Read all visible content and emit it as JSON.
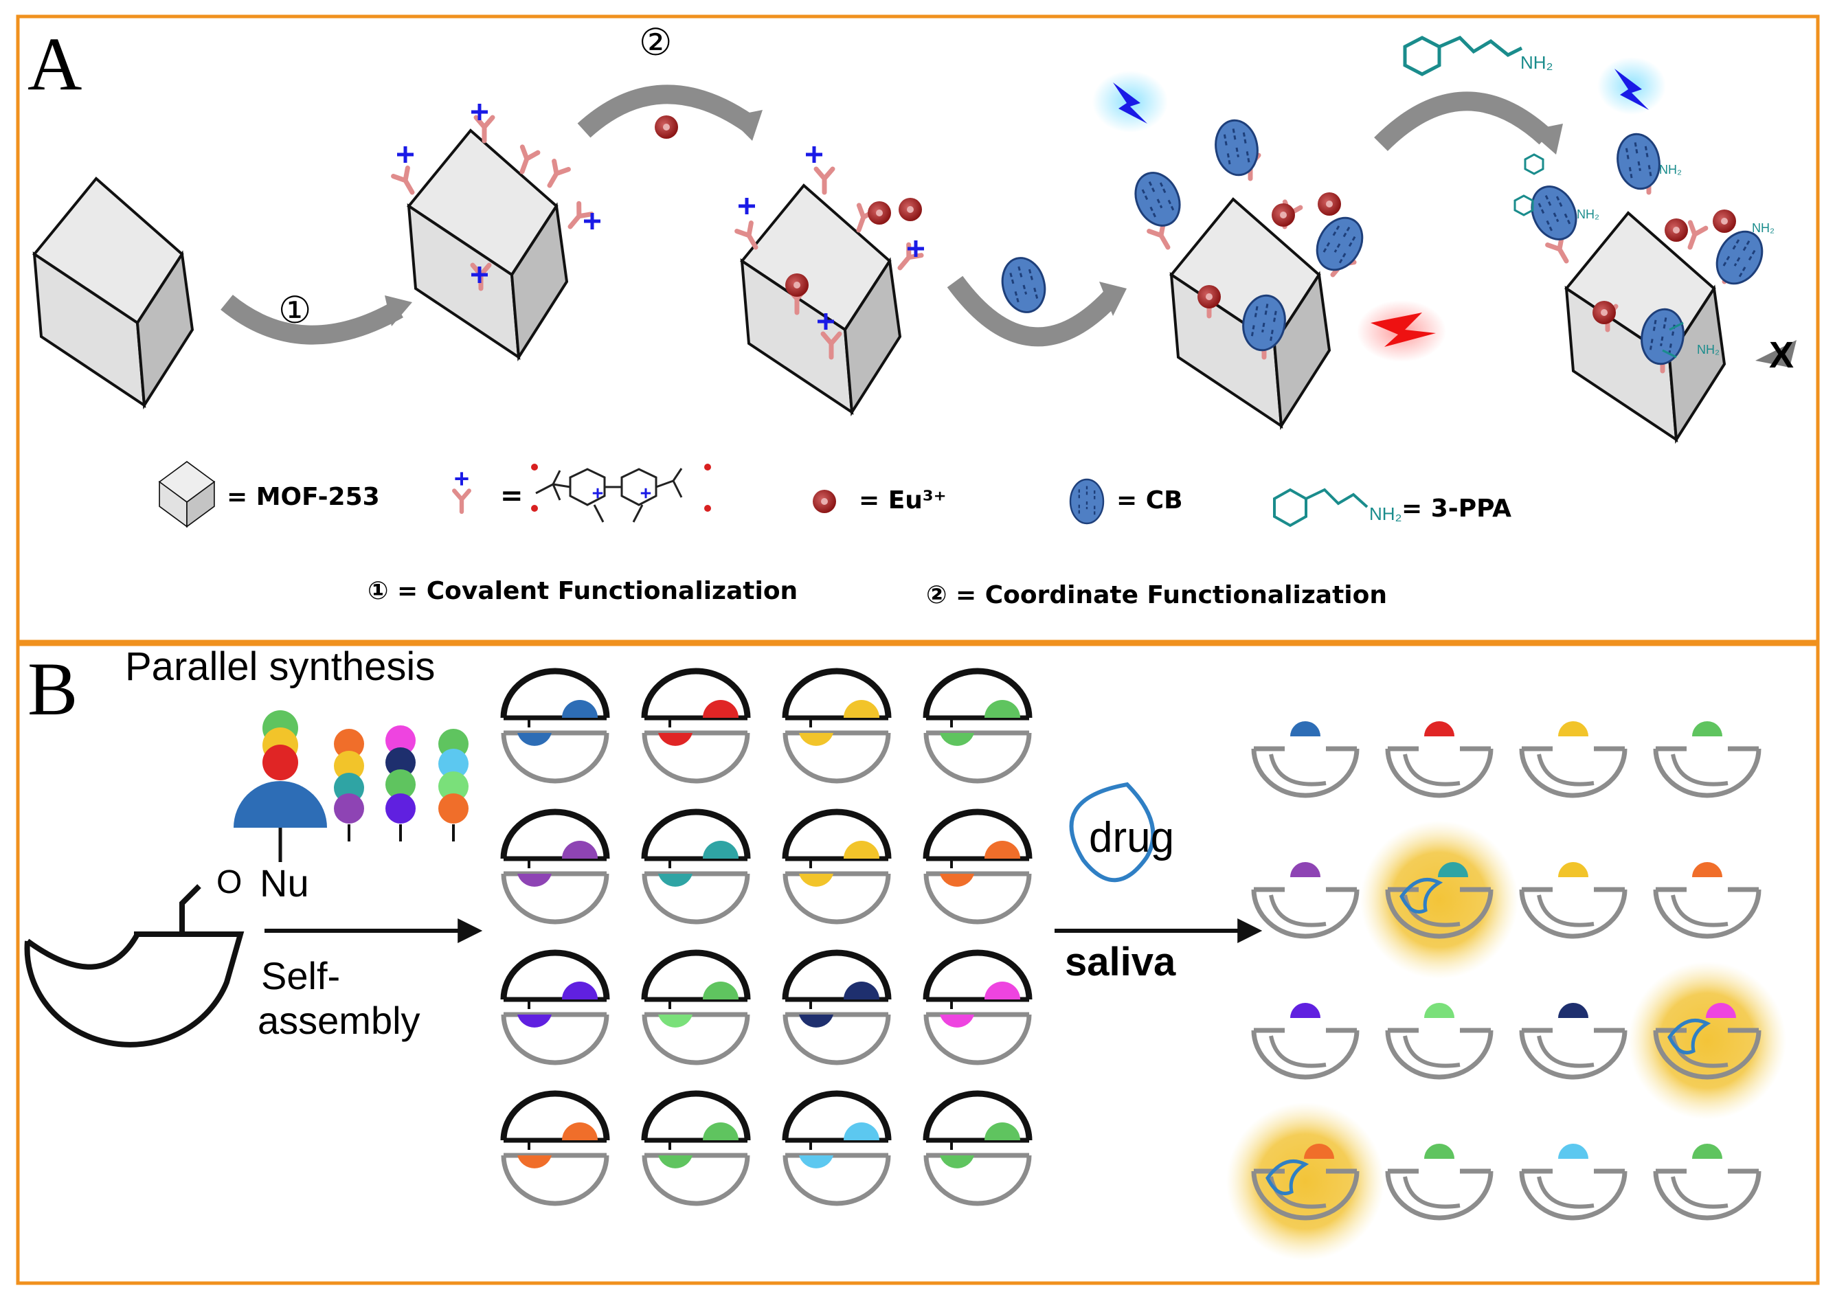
{
  "panel_a": {
    "letter": "A",
    "step1": "①",
    "step2": "②",
    "nh2": "NH₂",
    "cross": "X",
    "legend": {
      "mof_label": "= MOF-253",
      "ligand_eq": "=",
      "eu_label": "= Eu³⁺",
      "cb_label": "= CB",
      "ppa_nh2": "NH₂",
      "ppa_label": "= 3-PPA",
      "step1_desc": "① = Covalent Functionalization",
      "step2_desc": "② = Coordinate Functionalization"
    }
  },
  "panel_b": {
    "letter": "B",
    "parallel": "Parallel synthesis",
    "nu": "Nu",
    "aldehyde_o": "O",
    "self": "Self-",
    "assembly": "assembly",
    "drug": "drug",
    "saliva": "saliva"
  },
  "colors": {
    "border": "#F0911E",
    "cube_face": "#E6E6E6",
    "cube_side": "#C8C8C8",
    "arrow": "#8C8C8C",
    "linker": "#E08C8C",
    "plus": "#1A1AE6",
    "eu": "#9B1B1B",
    "cb": "#3F6FB5",
    "ppa": "#1A8C8C",
    "glow": "#F2C12E"
  }
}
